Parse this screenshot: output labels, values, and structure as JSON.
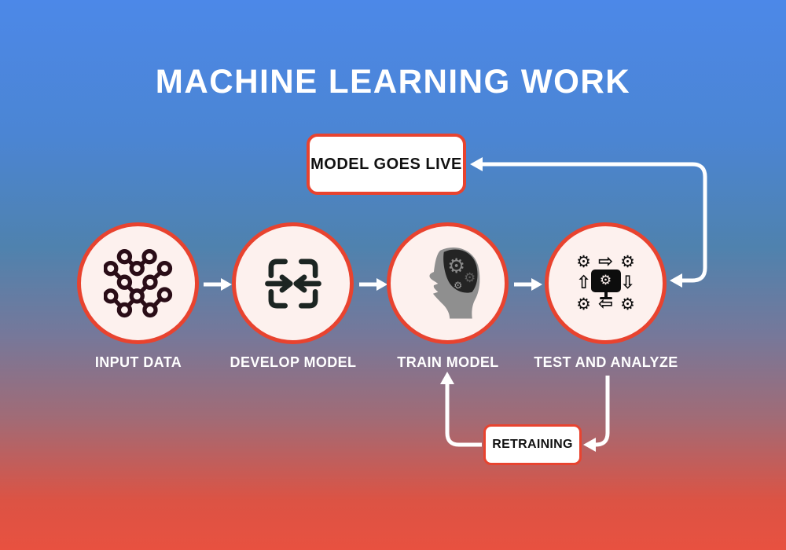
{
  "title": "MACHINE LEARNING WORK",
  "steps": [
    {
      "label": "INPUT DATA",
      "icon": "network-nodes-icon"
    },
    {
      "label": "DEVELOP MODEL",
      "icon": "merge-brackets-icon"
    },
    {
      "label": "TRAIN MODEL",
      "icon": "head-gears-icon"
    },
    {
      "label": "TEST AND ANALYZE",
      "icon": "monitor-gears-icon"
    }
  ],
  "callouts": {
    "model_goes_live": "MODEL GOES LIVE",
    "retraining": "RETRAINING"
  },
  "glyphs": {
    "gear": "⚙",
    "arrow_right": "⇨",
    "arrow_up": "⇧",
    "arrow_down": "⇩",
    "arrow_left": "⇦"
  },
  "colors": {
    "accent_red": "#E8432F",
    "circle_fill": "#FDF1EE",
    "background_top": "#4C88E8",
    "background_bottom": "#E85140",
    "connector_white": "#FFFFFF",
    "text_white": "#FFFFFF",
    "text_dark": "#111111",
    "icon_network": "#2A0D17",
    "icon_brackets": "#1C2522"
  }
}
